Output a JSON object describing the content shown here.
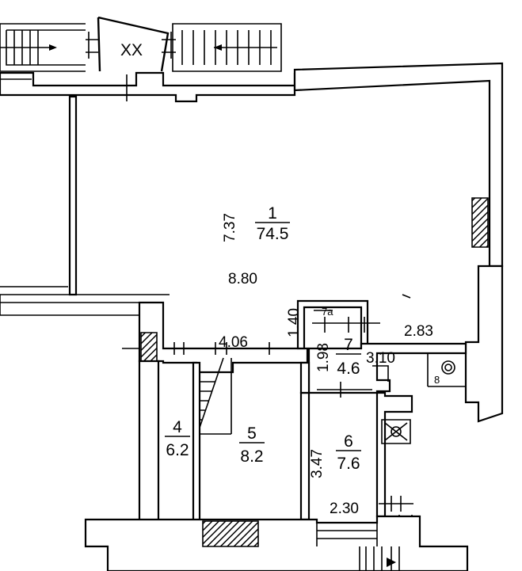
{
  "stair_label": "XX",
  "rooms": [
    {
      "id": "1",
      "area": "74.5"
    },
    {
      "id": "4",
      "area": "6.2"
    },
    {
      "id": "5",
      "area": "8.2"
    },
    {
      "id": "6",
      "area": "7.6"
    },
    {
      "id": "7",
      "area": "4.6"
    },
    {
      "id": "7a",
      "area": ""
    },
    {
      "id": "8",
      "area": ""
    }
  ],
  "dimensions": {
    "d737": "7.37",
    "d880": "8.80",
    "d140": "1.40",
    "d198": "1.98",
    "d283": "2.83",
    "d310": "3.10",
    "d406": "4.06",
    "d347": "3.47",
    "d230": "2.30"
  },
  "colors": {
    "ink": "#000000",
    "paper": "#ffffff"
  }
}
